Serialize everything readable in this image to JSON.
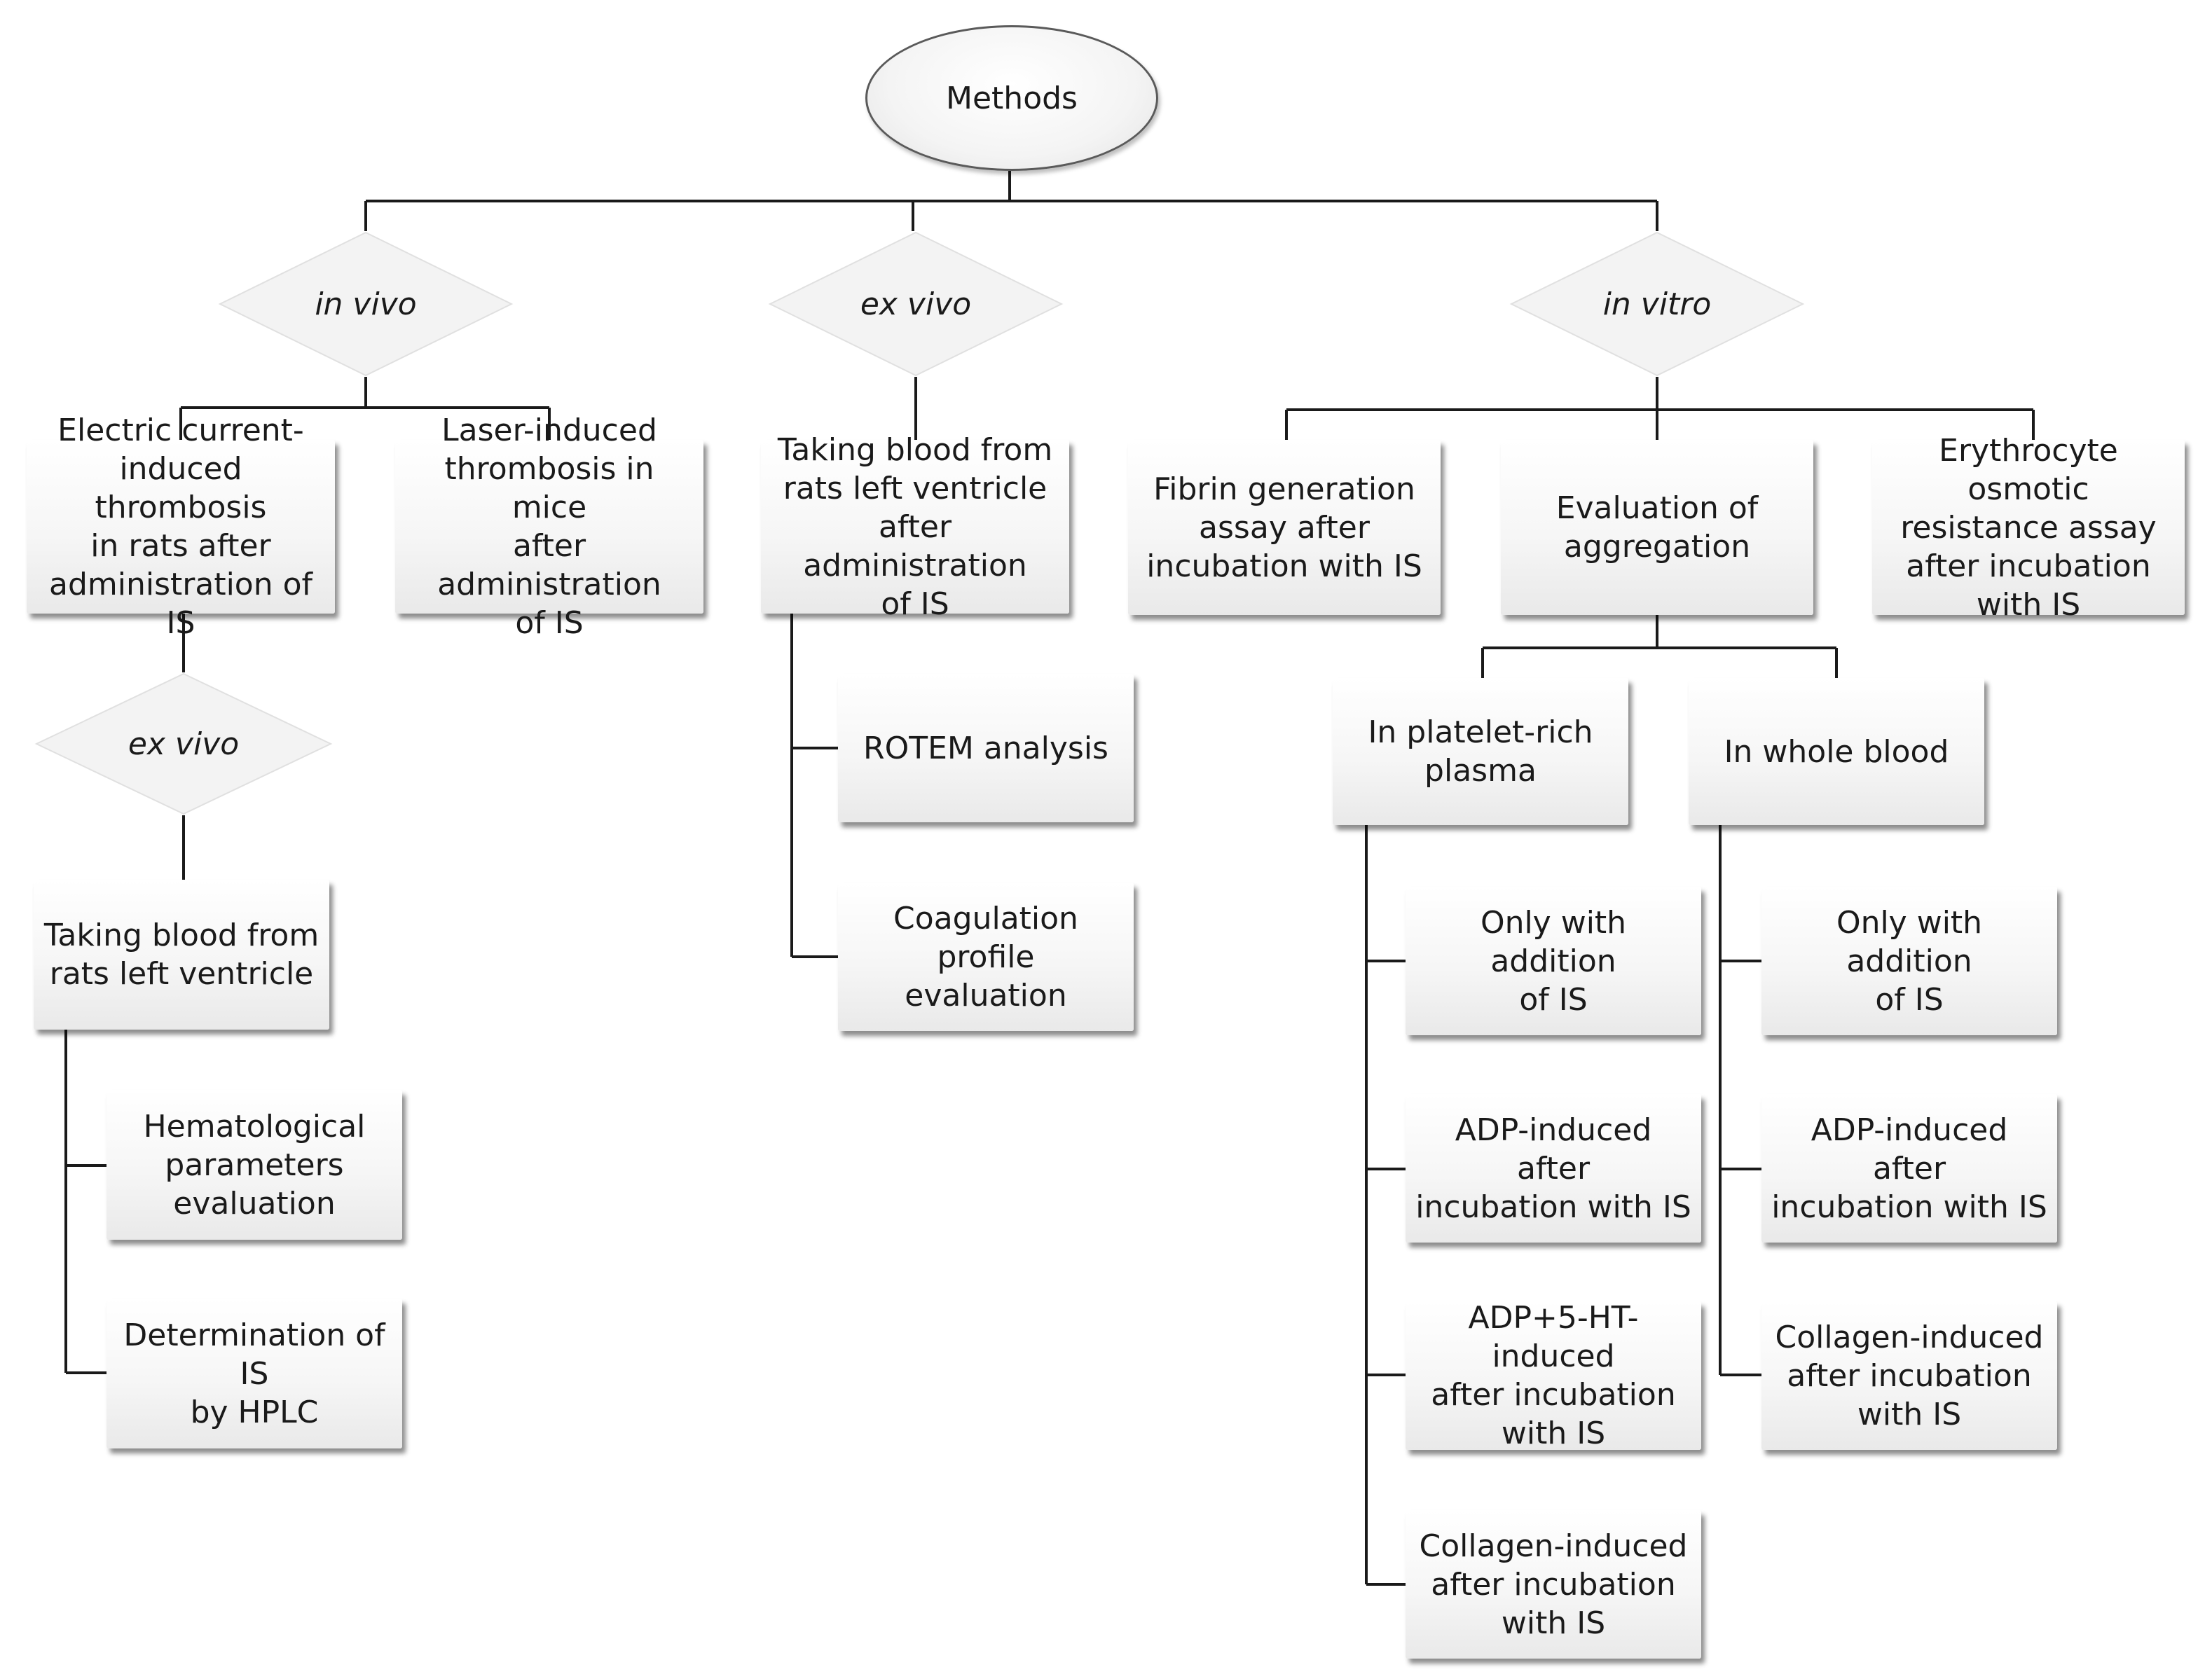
{
  "root": {
    "label": "Methods"
  },
  "branches": {
    "in_vivo": {
      "label": "in vivo",
      "electric": "Electric current-\ninduced thrombosis\nin rats after\nadministration of IS",
      "laser": "Laser-induced\nthrombosis in mice\nafter administration\nof IS",
      "ex_vivo_sub": {
        "label": "ex vivo",
        "taking_blood": "Taking blood from\nrats left ventricle",
        "hematological": "Hematological\nparameters\nevaluation",
        "hplc": "Determination of IS\nby HPLC"
      }
    },
    "ex_vivo": {
      "label": "ex vivo",
      "taking_blood": "Taking blood from\nrats left ventricle\nafter administration\nof IS",
      "rotem": "ROTEM analysis",
      "coagulation": "Coagulation profile\nevaluation"
    },
    "in_vitro": {
      "label": "in vitro",
      "fibrin": "Fibrin generation\nassay after\nincubation with IS",
      "aggregation": "Evaluation of\naggregation",
      "erythrocyte": "Erythrocyte osmotic\nresistance assay\nafter incubation\nwith IS",
      "prp": {
        "label": "In platelet-rich\nplasma",
        "items": [
          "Only with addition\nof IS",
          "ADP-induced after\nincubation with IS",
          "ADP+5-HT-induced\nafter incubation\nwith IS",
          "Collagen-induced\nafter incubation\nwith IS"
        ]
      },
      "whole_blood": {
        "label": "In whole blood",
        "items": [
          "Only with addition\nof IS",
          "ADP-induced after\nincubation with IS",
          "Collagen-induced\nafter incubation\nwith IS"
        ]
      }
    }
  },
  "colors": {
    "line": "#1a1a1a",
    "box_top": "#ffffff",
    "box_bottom": "#e9e9e9",
    "outline": "#5a5a5a"
  }
}
